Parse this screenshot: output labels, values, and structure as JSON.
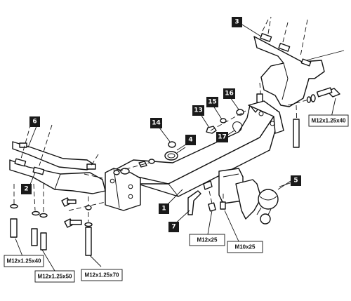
{
  "callouts": {
    "c1": "1",
    "c2": "2",
    "c3": "3",
    "c4": "4",
    "c5": "5",
    "c6": "6",
    "c7": "7",
    "c13": "13",
    "c14": "14",
    "c15": "15",
    "c16": "16",
    "c17": "17"
  },
  "fastener_labels": {
    "right_bolt": "M12x1.25x40",
    "left_bolt_a": "M12x1.25x40",
    "left_bolt_b": "M12x1.25x50",
    "left_bolt_c": "M12x1.25x70",
    "pin_bolt": "M12x25",
    "ball_bolt": "M10x25"
  },
  "colors": {
    "ink": "#111111",
    "badge": "#1a1a1a",
    "background": "#ffffff"
  }
}
